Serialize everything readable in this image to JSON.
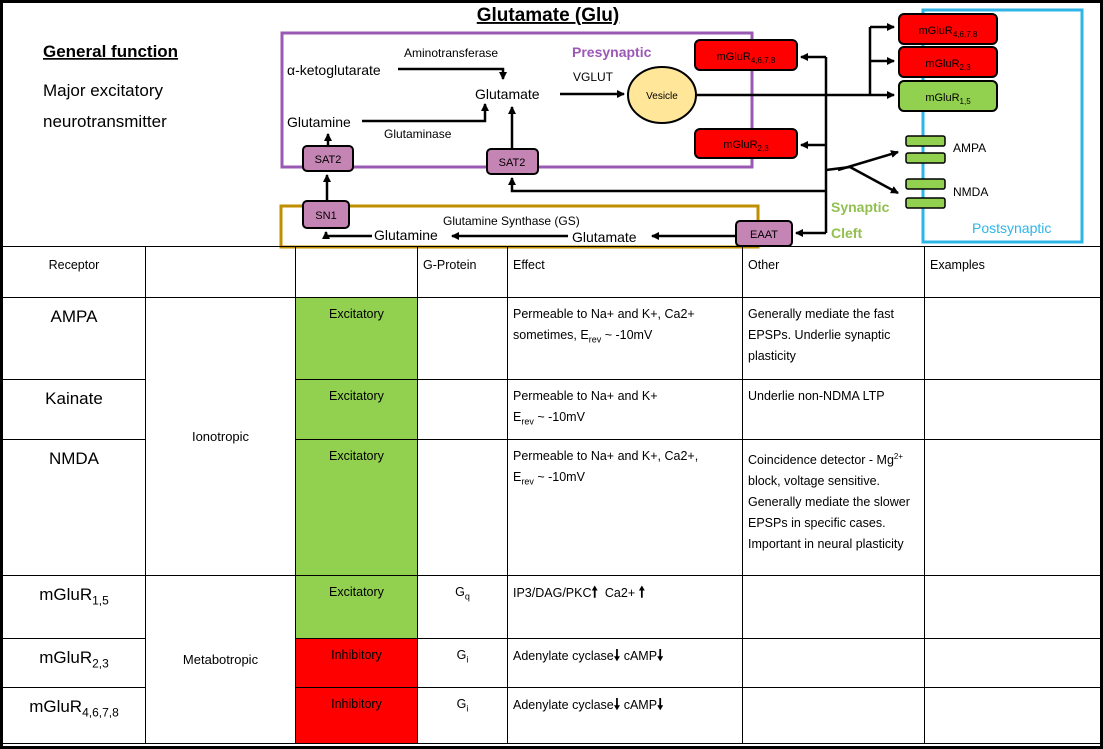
{
  "title": "Glutamate (Glu)",
  "general": {
    "heading": "General function",
    "line1": "Major excitatory",
    "line2": "neurotransmitter"
  },
  "diagram": {
    "presynaptic_label": "Presynaptic",
    "postsynaptic_label": "Postsynaptic",
    "synaptic_label": "Synaptic",
    "cleft_label": "Cleft",
    "alpha_kg": "α-ketoglutarate",
    "aminotransferase": "Aminotransferase",
    "glutamate_pre": "Glutamate",
    "vglut": "VGLUT",
    "vesicle": "Vesicle",
    "glutamine_pre": "Glutamine",
    "glutaminase": "Glutaminase",
    "sat2_left": "SAT2",
    "sat2_right": "SAT2",
    "sn1": "SN1",
    "gs_label": "Glutamine Synthase (GS)",
    "glutamine_glia": "Glutamine",
    "glutamate_glia": "Glutamate",
    "eaat": "EAAT",
    "pre_mglur_4678": {
      "base": "mGluR",
      "sub": "4,6,7,8"
    },
    "pre_mglur_23": {
      "base": "mGluR",
      "sub": "2,3"
    },
    "post_mglur_4678": {
      "base": "mGluR",
      "sub": "4,6,7,8"
    },
    "post_mglur_23": {
      "base": "mGluR",
      "sub": "2,3"
    },
    "post_mglur_15": {
      "base": "mGluR",
      "sub": "1,5"
    },
    "ampa": "AMPA",
    "nmda": "NMDA",
    "colors": {
      "presynaptic": "#9b59b6",
      "postsynaptic": "#2eb5e8",
      "glia": "#bf8f00",
      "cleft": "#92c050",
      "red": "#ff0000",
      "green": "#92d050",
      "transporter": "#c585b4",
      "vesicle": "#ffe699"
    }
  },
  "table": {
    "headers": {
      "receptor": "Receptor",
      "col2": "",
      "col3": "",
      "gprotein": "G-Protein",
      "effect": "Effect",
      "other": "Other",
      "examples": "Examples"
    },
    "classes": {
      "ionotropic": "Ionotropic",
      "metabotropic": "Metabotropic"
    },
    "rows": {
      "ampa": {
        "name": "AMPA",
        "effect_type": "Excitatory",
        "gprotein": "",
        "effect_line1": "Permeable to Na+ and K+, Ca2+",
        "effect_line2_pre": "sometimes, E",
        "effect_line2_sub": "rev",
        "effect_line2_post": " ~ -10mV",
        "other": "Generally mediate the fast EPSPs. Underlie synaptic plasticity",
        "examples": ""
      },
      "kainate": {
        "name": "Kainate",
        "effect_type": "Excitatory",
        "gprotein": "",
        "effect_line1": "Permeable to Na+ and K+",
        "effect_line2_pre": "E",
        "effect_line2_sub": "rev",
        "effect_line2_post": " ~ -10mV",
        "other": "Underlie non-NDMA LTP",
        "examples": ""
      },
      "nmda": {
        "name": "NMDA",
        "effect_type": "Excitatory",
        "gprotein": "",
        "effect_line1": "Permeable to Na+ and K+, Ca2+,",
        "effect_line2_pre": "E",
        "effect_line2_sub": "rev",
        "effect_line2_post": " ~ -10mV",
        "other_pre": "Coincidence detector - Mg",
        "other_sup": "2+",
        "other_post": " block, voltage sensitive. Generally mediate the slower EPSPs in specific cases. Important in neural plasticity",
        "examples": ""
      },
      "mglur15": {
        "name_base": "mGluR",
        "name_sub": "1,5",
        "effect_type": "Excitatory",
        "gprotein_base": "G",
        "gprotein_sub": "q",
        "effect_a": "IP3/DAG/PKC",
        "effect_b": "Ca2+",
        "arrow_a": "🠕",
        "arrow_b": "🠕",
        "other": "",
        "examples": ""
      },
      "mglur23": {
        "name_base": "mGluR",
        "name_sub": "2,3",
        "effect_type": "Inhibitory",
        "gprotein_base": "G",
        "gprotein_sub": "i",
        "effect_a": "Adenylate cyclase",
        "effect_b": "cAMP",
        "arrow_a": "🠗",
        "arrow_b": "🠗",
        "other": "",
        "examples": ""
      },
      "mglur4678": {
        "name_base": "mGluR",
        "name_sub": "4,6,7,8",
        "effect_type": "Inhibitory",
        "gprotein_base": "G",
        "gprotein_sub": "i",
        "effect_a": "Adenylate cyclase",
        "effect_b": "cAMP",
        "arrow_a": "🠗",
        "arrow_b": "🠗",
        "other": "",
        "examples": ""
      }
    }
  }
}
